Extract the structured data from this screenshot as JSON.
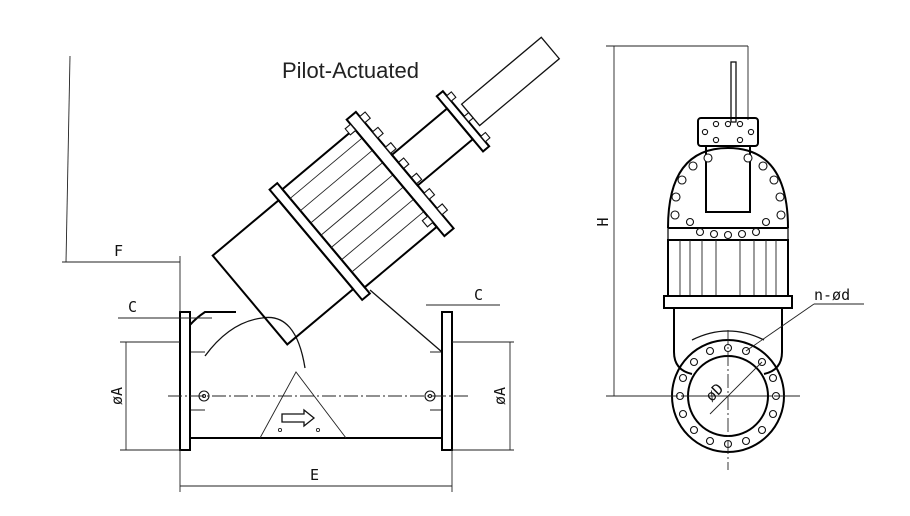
{
  "title": "Pilot-Actuated",
  "labels": {
    "F": "F",
    "C_left": "C",
    "C_right": "C",
    "phiA_left": "øA",
    "phiA_right": "øA",
    "E": "E",
    "H": "H",
    "n_phid": "n-ød",
    "phiD": "øD"
  },
  "icons": {
    "flow_arrow": "flow-direction-arrow"
  }
}
